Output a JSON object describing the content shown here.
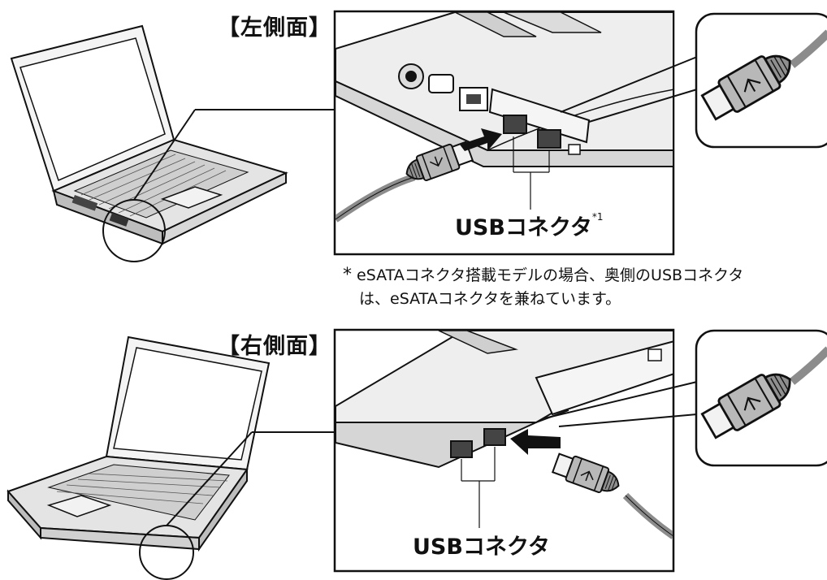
{
  "sections": {
    "left": {
      "title": "【左側面】",
      "connector_label": "USBコネクタ",
      "connector_mark": "*1",
      "note_star": "*",
      "note_line1": "eSATAコネクタ搭載モデルの場合、奥側のUSBコネクタ",
      "note_line2": "は、eSATAコネクタを兼ねています。"
    },
    "right": {
      "title": "【右側面】",
      "connector_label": "USBコネクタ"
    }
  },
  "colors": {
    "ink": "#111111",
    "body_fill": "#e6e6e6",
    "body_dark": "#9a9a9a",
    "screen": "#ffffff",
    "cable": "#8c8c8c"
  }
}
